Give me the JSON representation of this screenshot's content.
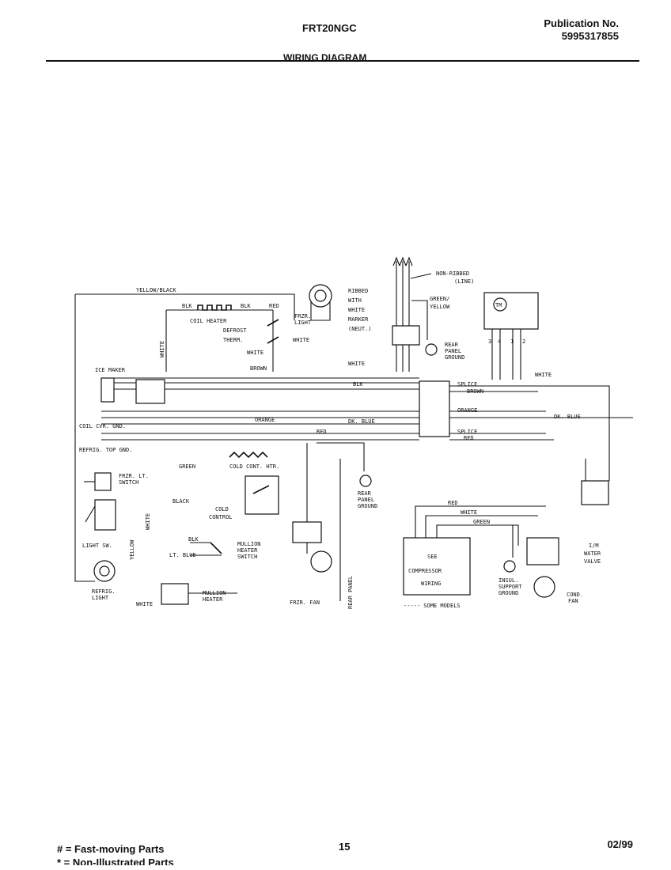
{
  "header": {
    "model": "FRT20NGC",
    "publication_label": "Publication No.",
    "publication_number": "5995317855",
    "title": "WIRING DIAGRAM"
  },
  "labels": {
    "yellow_black": "YELLOW/BLACK",
    "blk_top_left": "BLK",
    "blk_top_mid": "BLK",
    "red_top": "RED",
    "coil_heater": "COIL HEATER",
    "defrost_therm_1": "DEFROST",
    "defrost_therm_2": "THERM.",
    "white_defrost": "WHITE",
    "brown": "BROWN",
    "white_vertical_left": "WHITE",
    "frzr_light_1": "FRZR.",
    "frzr_light_2": "LIGHT",
    "white_frzr_light": "WHITE",
    "ribbed_1": "RIBBED",
    "ribbed_2": "WITH",
    "ribbed_3": "WHITE",
    "ribbed_4": "MARKER",
    "ribbed_5": "(NEUT.)",
    "non_ribbed_1": "NON-RIBBED",
    "non_ribbed_2": "(LINE)",
    "green_yellow_1": "GREEN/",
    "green_yellow_2": "YELLOW",
    "rear_panel_ground_top_1": "REAR",
    "rear_panel_ground_top_2": "PANEL",
    "rear_panel_ground_top_3": "GROUND",
    "white_center": "WHITE",
    "tm": "TM",
    "tm_terminals": [
      "3",
      "4",
      "1",
      "2"
    ],
    "ice_maker": "ICE MAKER",
    "blk_center": "BLK",
    "splice_top": "SPLICE",
    "brown_right": "BROWN",
    "white_right": "WHITE",
    "orange_right": "ORANGE",
    "orange_center": "ORANGE",
    "dk_blue_center": "DK. BLUE",
    "dk_blue_right": "DK. BLUE",
    "coil_cvr_gnd": "COIL CVR. GND.",
    "refrig_top_gnd": "REFRIG. TOP GND.",
    "red_center": "RED",
    "splice_bottom": "SPLICE",
    "red_right": "RED",
    "green_left": "GREEN",
    "cold_cont_htr": "COLD CONT. HTR.",
    "frzr_lt_switch_1": "FRZR. LT.",
    "frzr_lt_switch_2": "SWITCH",
    "black_left": "BLACK",
    "cold_control_1": "COLD",
    "cold_control_2": "CONTROL",
    "rear_panel_ground_mid_1": "REAR",
    "rear_panel_ground_mid_2": "PANEL",
    "rear_panel_ground_mid_3": "GROUND",
    "light_sw": "LIGHT SW.",
    "white_vertical_light": "WHITE",
    "yellow_vertical": "YELLOW",
    "blk_mullion": "BLK",
    "lt_blue": "LT. BLUE",
    "mullion_switch_1": "MULLION",
    "mullion_switch_2": "HEATER",
    "mullion_switch_3": "SWITCH",
    "refrig_light_1": "REFRIG.",
    "refrig_light_2": "LIGHT",
    "white_bottom": "WHITE",
    "mullion_heater_1": "MULLION",
    "mullion_heater_2": "HEATER",
    "frzr_fan": "FRZR. FAN",
    "rear_panel_vertical": "REAR PANEL",
    "red_comp": "RED",
    "white_comp": "WHITE",
    "green_comp": "GREEN",
    "see_compressor_1": "SEE",
    "see_compressor_2": "COMPRESSOR",
    "see_compressor_3": "WIRING",
    "some_models": "----- SOME MODELS",
    "insul_support_ground_1": "INSUL.",
    "insul_support_ground_2": "SUPPORT",
    "insul_support_ground_3": "GROUND",
    "cond_fan_1": "COND.",
    "cond_fan_2": "FAN",
    "im_water_valve_1": "I/M",
    "im_water_valve_2": "WATER",
    "im_water_valve_3": "VALVE"
  },
  "footer": {
    "legend_fast": "# = Fast-moving Parts",
    "legend_non": "* = Non-Illustrated Parts",
    "page_number": "15",
    "date": "02/99"
  }
}
